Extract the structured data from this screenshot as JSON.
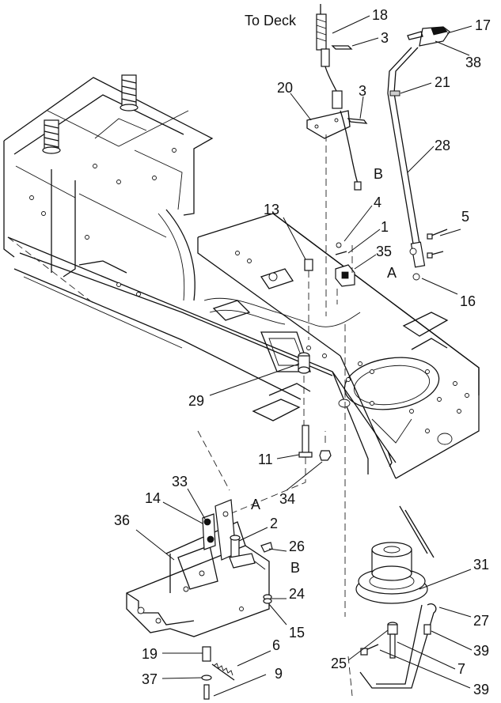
{
  "diagram": {
    "deck_note": "To Deck",
    "callouts": {
      "n1": "1",
      "n2": "2",
      "n3a": "3",
      "n3b": "3",
      "n4": "4",
      "n5": "5",
      "n6": "6",
      "n7": "7",
      "n9": "9",
      "n11": "11",
      "n13": "13",
      "n14": "14",
      "n15": "15",
      "n16": "16",
      "n17": "17",
      "n18": "18",
      "n19": "19",
      "n20": "20",
      "n21": "21",
      "n24": "24",
      "n25": "25",
      "n26": "26",
      "n27": "27",
      "n28": "28",
      "n29": "29",
      "n31": "31",
      "n33": "33",
      "n34": "34",
      "n35": "35",
      "n36": "36",
      "n37": "37",
      "n38": "38",
      "n39a": "39",
      "n39b": "39"
    },
    "ref_letters": {
      "a_upper": "A",
      "a_lower": "A",
      "b_upper": "B",
      "b_lower": "B"
    }
  }
}
